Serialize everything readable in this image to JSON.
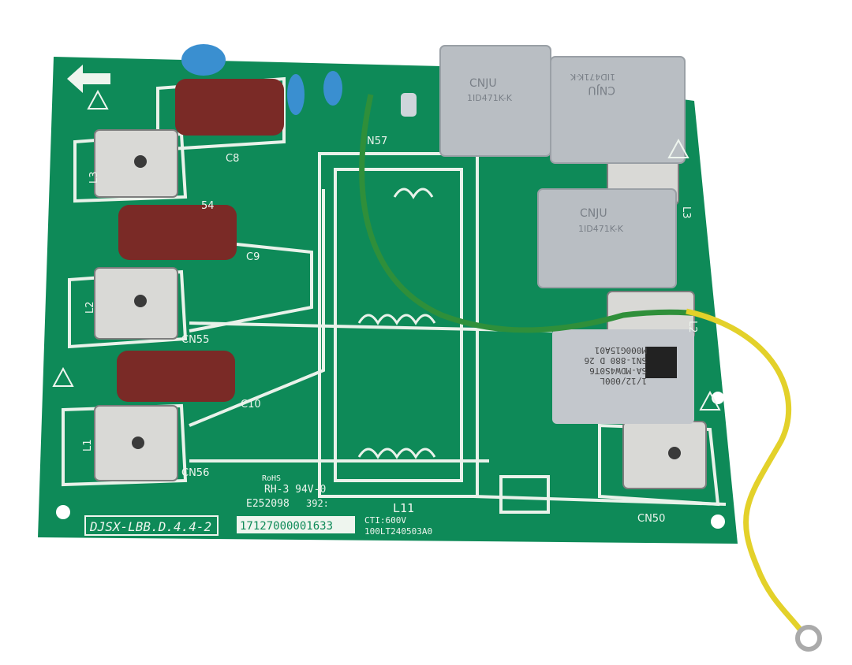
{
  "colors": {
    "board": "#0e8a58",
    "trace": "#e9f2ea",
    "capacitor": "#7a2a26",
    "relay": "#b9bec3",
    "ground_wire": "#2f8f3a",
    "yellow_wire": "#e3d12a"
  },
  "board": {
    "model": "DJSX-LBB.D.4.4-2",
    "serial": "17127000001633",
    "rohs": "RoHS",
    "flammability": "RH-3 94V-0",
    "ul_file": "E252098",
    "date_code": "392:",
    "inductor": "L11",
    "cti": "CTI:600V",
    "lot": "100LT240503A0"
  },
  "components": {
    "c8": "C8",
    "c9": "C9",
    "c10": "C10",
    "cn54": "54",
    "cn55": "CN55",
    "cn56": "CN56",
    "cn57": "N57",
    "cn50": "CN50",
    "l1": "L1",
    "l2": "L2",
    "l3": "L3",
    "l2r": "L2",
    "l3r": "L3"
  },
  "relays": [
    {
      "brand": "CNJU",
      "code": "1ID471K-K"
    },
    {
      "brand": "CNJU",
      "code": "1ID471K-K"
    },
    {
      "brand": "CNJU",
      "code": "1ID471K-K"
    }
  ],
  "x_capacitor": {
    "line1": "1/12/000L",
    "line2": "SA-MDW4S0T6",
    "line3": "SN1-880 D 26",
    "line4": "M000G15A01"
  }
}
